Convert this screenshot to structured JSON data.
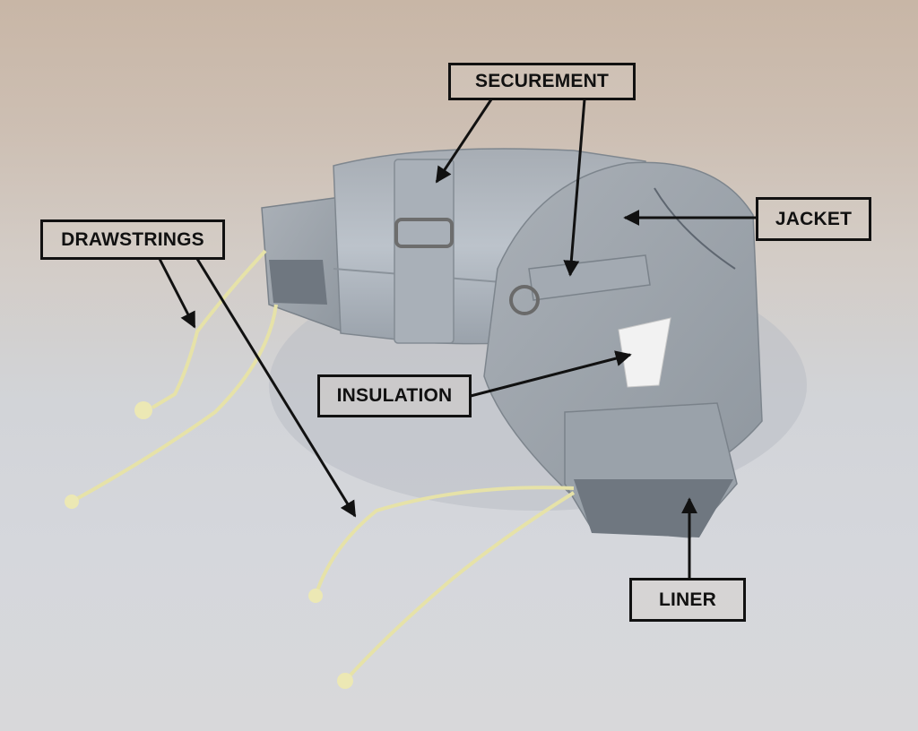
{
  "image": {
    "subject": "Removable insulation jacket (fabric blanket) with labeled components",
    "background_colors": {
      "top": "#c8b6a6",
      "bottom": "#d8d8da"
    },
    "fabric_colors": {
      "light": "#b9c0c8",
      "mid": "#9aa2ab",
      "dark": "#6f7780"
    },
    "string_color": "#e6e2a8",
    "insulation_color": "#f2f2f2"
  },
  "labels": [
    {
      "id": "securement",
      "text": "SECUREMENT"
    },
    {
      "id": "jacket",
      "text": "JACKET"
    },
    {
      "id": "drawstrings",
      "text": "DRAWSTRINGS"
    },
    {
      "id": "insulation",
      "text": "INSULATION"
    },
    {
      "id": "liner",
      "text": "LINER"
    }
  ]
}
